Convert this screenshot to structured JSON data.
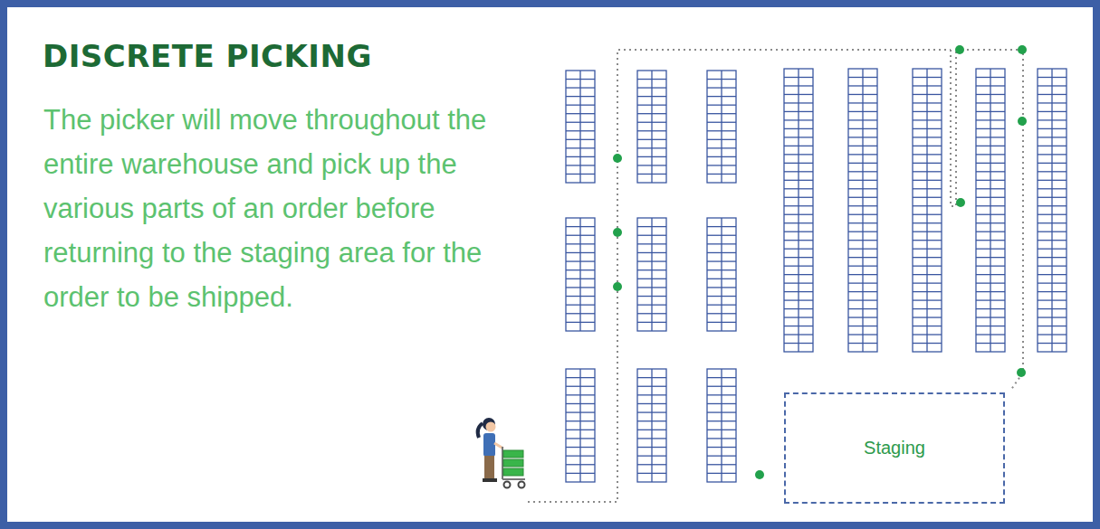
{
  "diagram": {
    "title": "DISCRETE PICKING",
    "nodes": [
      {
        "text": [
          "Staging"
        ]
      }
    ],
    "labels": [
      "The picker will move throughout the entire warehouse and pick up the various parts of an order before returning to the staging area for the order to be shipped."
    ]
  }
}
